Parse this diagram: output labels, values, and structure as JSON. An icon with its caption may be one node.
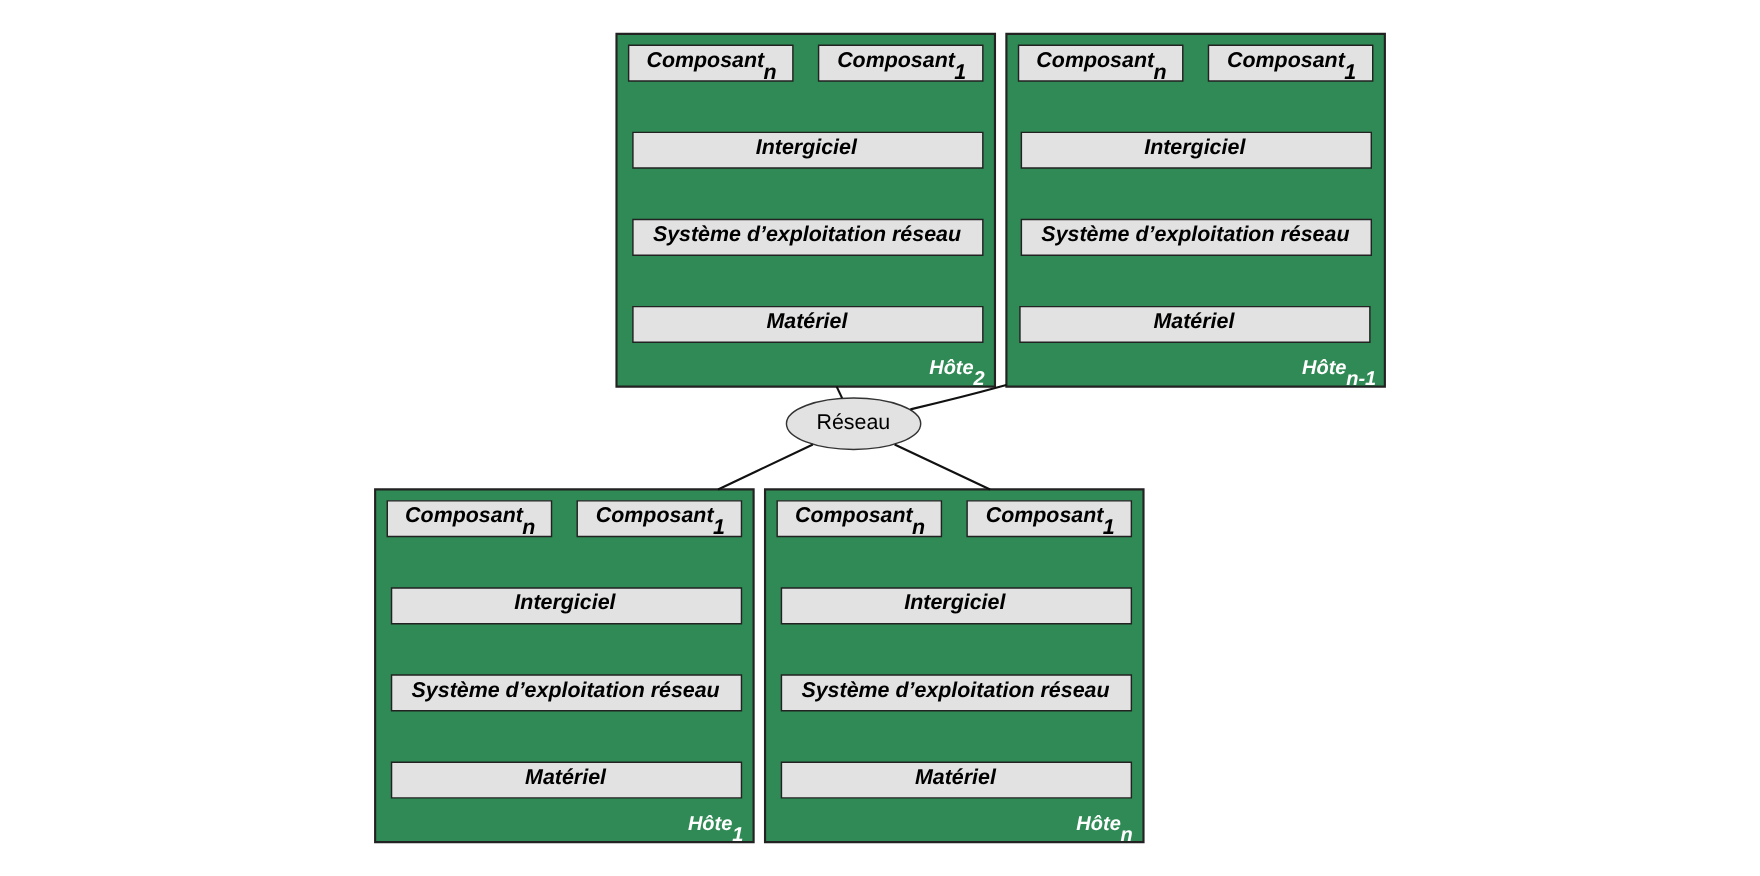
{
  "diagram": {
    "nodes": [
      {
        "text": [
          "Hôte$_{2}$"
        ]
      },
      {
        "text": [
          "Composant$_{1}$"
        ],
        "in": 0
      },
      {
        "text": [
          "Composant$_{n}$"
        ],
        "in": 0
      },
      {
        "text": [
          "Intergiciel"
        ],
        "in": 0
      },
      {
        "text": [
          "Système d’exploitation réseau"
        ],
        "in": 0
      },
      {
        "text": [
          "Matériel"
        ],
        "in": 0
      },
      {
        "text": [
          "Hôte$_{n-1}$"
        ]
      },
      {
        "text": [
          "Composant$_{1}$"
        ],
        "in": 6
      },
      {
        "text": [
          "Composant$_{n}$"
        ],
        "in": 6
      },
      {
        "text": [
          "Intergiciel"
        ],
        "in": 6
      },
      {
        "text": [
          "Système d’exploitation réseau"
        ],
        "in": 6
      },
      {
        "text": [
          "Matériel"
        ],
        "in": 6
      },
      {
        "text": [
          "Réseau"
        ]
      },
      {
        "text": [
          "Hôte$_{1}$"
        ]
      },
      {
        "text": [
          "Composant$_{1}$"
        ],
        "in": 13
      },
      {
        "text": [
          "Composant$_{n}$"
        ],
        "in": 13
      },
      {
        "text": [
          "Intergiciel"
        ],
        "in": 13
      },
      {
        "text": [
          "Système d’exploitation réseau"
        ],
        "in": 13
      },
      {
        "text": [
          "Matériel"
        ],
        "in": 13
      },
      {
        "text": [
          "Hôte$_{n}$"
        ]
      },
      {
        "text": [
          "Composant$_{1}$"
        ],
        "in": 19
      },
      {
        "text": [
          "Composant$_{n}$"
        ],
        "in": 19
      },
      {
        "text": [
          "Intergiciel"
        ],
        "in": 19
      },
      {
        "text": [
          "Système d’exploitation réseau"
        ],
        "in": 19
      },
      {
        "text": [
          "Matériel"
        ],
        "in": 19
      }
    ],
    "edges": [
      {
        "from": 0,
        "to": 12,
        "arrow": "none"
      },
      {
        "from": 6,
        "to": 12,
        "arrow": "none"
      },
      {
        "from": 12,
        "to": 13,
        "arrow": "none"
      },
      {
        "from": 12,
        "to": 19,
        "arrow": "none"
      }
    ]
  }
}
